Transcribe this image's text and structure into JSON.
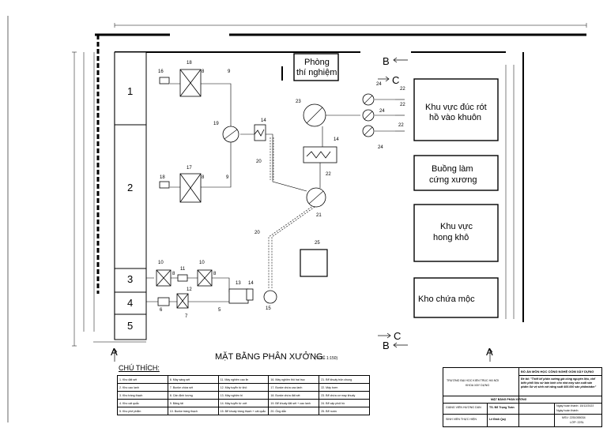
{
  "drawing": {
    "title": "MẶT BẰNG PHÂN XƯỞNG",
    "scale": "(TỈ LỆ 1:150)",
    "section_marks": {
      "a": "A",
      "b": "B",
      "c": "C"
    },
    "rooms": {
      "lab": [
        "Phòng",
        "thí nghiệm"
      ],
      "casting": [
        "Khu vực đúc rót",
        "hồ vào khuôn"
      ],
      "hardening": [
        "Buồng làm",
        "cứng xương"
      ],
      "drying": [
        "Khu vực",
        "hong khô"
      ],
      "storage": [
        "Kho chứa mộc"
      ]
    },
    "bays": [
      "1",
      "2",
      "3",
      "4",
      "5"
    ],
    "machine_labels": [
      "16",
      "18",
      "8",
      "9",
      "19",
      "14",
      "20",
      "23",
      "24",
      "24",
      "24",
      "22",
      "22",
      "22",
      "14",
      "22",
      "18",
      "17",
      "8",
      "9",
      "21",
      "20",
      "25",
      "10",
      "11",
      "10",
      "8",
      "8",
      "12",
      "13",
      "14",
      "15",
      "6",
      "7",
      "5"
    ]
  },
  "legend": {
    "title": "CHÚ THÍCH:",
    "rows": [
      [
        "1. Kho đất sét",
        "6. Máy sàng sét",
        "11. Máy nghiền cao lin",
        "16. Máy nghiền thô hai trục",
        "21. Bể khuấy trộn chung"
      ],
      [
        "2. Kho cao lanh",
        "7. Bunke chứa sét",
        "12. Máy tuyển từ khô",
        "17. Bunke chứa cao lanh",
        "22. Máy bơm"
      ],
      [
        "3. Kho tràng thạch",
        "8. Cân định lượng",
        "13. Máy nghiền bi",
        "18. Bunke chứa đất sét",
        "23. Bể chứa cơ may khuấy"
      ],
      [
        "4. Kho cát quắc",
        "9. Băng tải",
        "14. Máy tuyển từ ướt",
        "19. Bể khuấy đất sét + cao lanh",
        "24. Bể cấp phối hồ"
      ],
      [
        "5. Kho phế phẩm",
        "10. Bunke tràng thạch",
        "15. Bể khuấy tràng thạch + cát quắc",
        "20. Ống dẫn",
        "25. Bể nước"
      ]
    ]
  },
  "title_block": {
    "project": "ĐỒ ÁN MÔN HỌC CÔNG NGHỆ GỐM XÂY DỰNG",
    "topic": "Đề tài: \"Thiết kế phân xưởng gia công nguyên liệu, chế biến phối liệu sứ bán kính cho nhà máy sản xuất sản phẩm Sứ vệ sinh với năng suất 400.000 sản phẩm/năm\"",
    "school": "TRƯỜNG ĐẠI HỌC KIẾN TRÚC HÀ NỘI",
    "faculty": "KHOA XÂY DỰNG",
    "sheet_name": "MẶT BẰNG PHÂN XƯỞNG",
    "supervisor_label": "GIẢNG VIÊN HƯỚNG DẪN",
    "supervisor": "TS. Đỗ Trọng Toàn",
    "student_label": "SINH VIÊN THỰC HIỆN",
    "student": "Lê Đình Quý",
    "date_label": "Ngày hoàn thành: 15/12/2023",
    "sign_label": "Ngày hoàn thành:",
    "msv": "MSV: 2251055034",
    "class": "LỚP: 22SL"
  }
}
